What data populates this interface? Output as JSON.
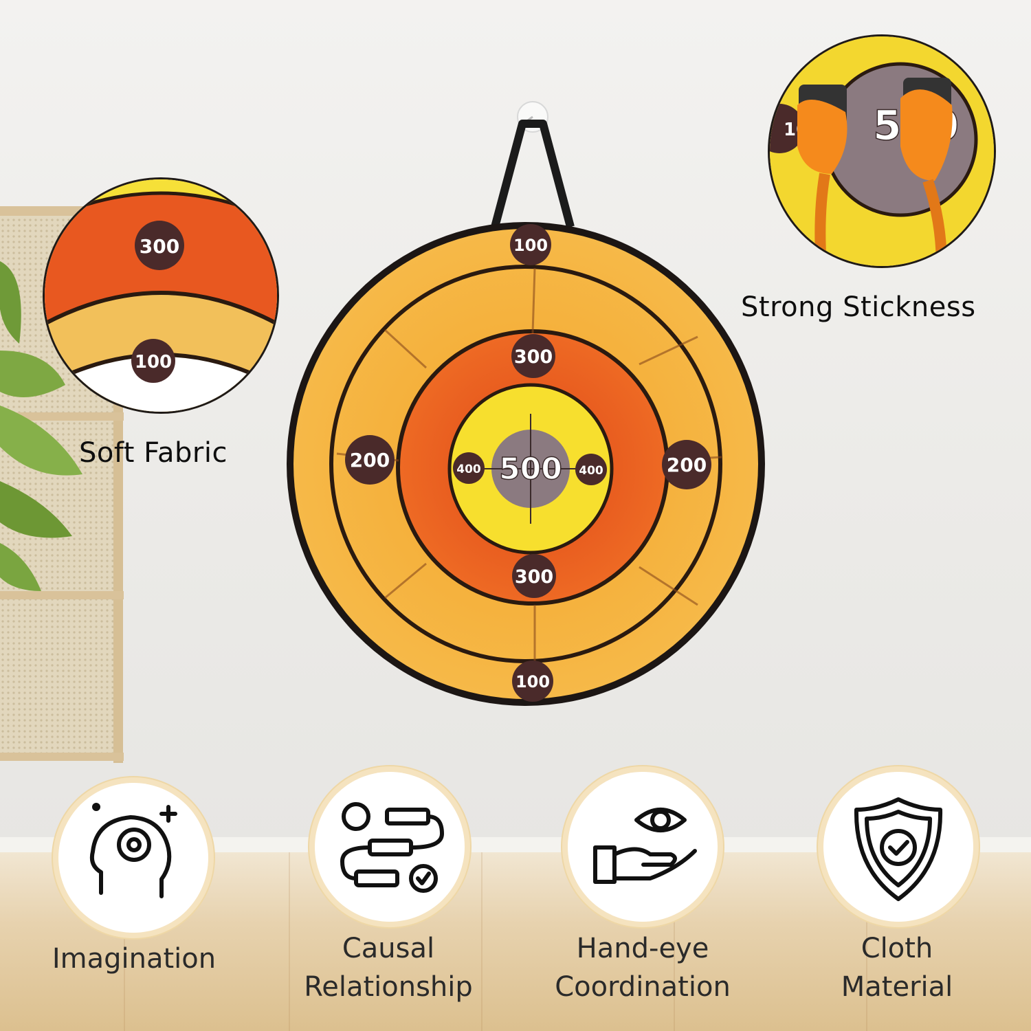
{
  "target": {
    "ring_scores": {
      "outer_top": "100",
      "outer_bottom": "100",
      "middle_left": "200",
      "middle_right": "200",
      "inner_top": "300",
      "inner_bottom": "300",
      "bull_left": "400",
      "bull_right": "400",
      "center": "500"
    }
  },
  "zoom_soft_fabric": {
    "label": "Soft Fabric",
    "score_top": "300",
    "score_bottom": "100"
  },
  "zoom_stickiness": {
    "label": "Strong Stickness",
    "score_center": "500",
    "score_left": "10"
  },
  "features": [
    {
      "icon": "head-with-gear-icon",
      "line1": "Imagination",
      "line2": ""
    },
    {
      "icon": "process-flow-icon",
      "line1": "Causal",
      "line2": "Relationship"
    },
    {
      "icon": "hand-eye-icon",
      "line1": "Hand-eye",
      "line2": "Coordination"
    },
    {
      "icon": "shield-check-icon",
      "line1": "Cloth",
      "line2": "Material"
    }
  ],
  "colors": {
    "outer_ring": "#f0a22a",
    "middle_ring": "#e85a1e",
    "bull_ring": "#f7e12e",
    "center": "#8b7a80",
    "score_badge": "#4a2a2a",
    "feature_border": "#f5e3bf"
  }
}
